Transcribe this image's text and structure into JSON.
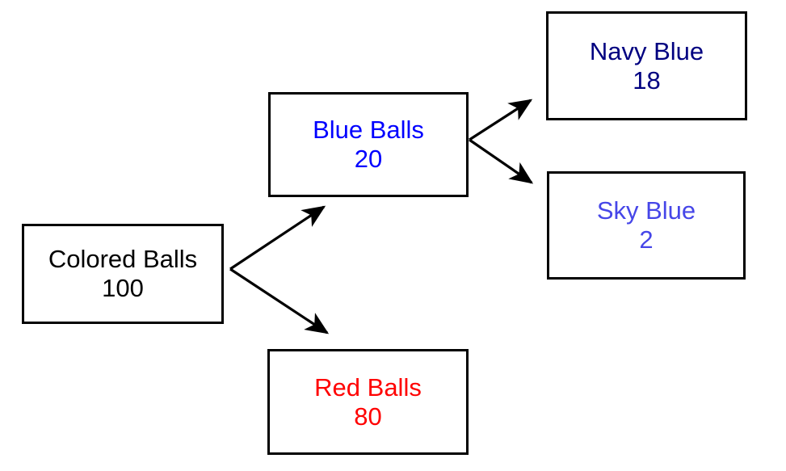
{
  "diagram": {
    "type": "tree-breakdown",
    "background_color": "#ffffff",
    "edge_color": "#000000",
    "nodes": [
      {
        "id": "root",
        "label": "Colored Balls",
        "value": "100",
        "text_color": "#000000",
        "border_color": "#000000"
      },
      {
        "id": "blue",
        "label": "Blue Balls",
        "value": "20",
        "text_color": "#0000ff",
        "border_color": "#000000"
      },
      {
        "id": "red",
        "label": "Red Balls",
        "value": "80",
        "text_color": "#ff0000",
        "border_color": "#000000"
      },
      {
        "id": "navy",
        "label": "Navy Blue",
        "value": "18",
        "text_color": "#000080",
        "border_color": "#000000"
      },
      {
        "id": "sky",
        "label": "Sky Blue",
        "value": "2",
        "text_color": "#4646e8",
        "border_color": "#000000"
      }
    ],
    "edges": [
      {
        "id": "root-to-blue",
        "from": "root",
        "to": "blue"
      },
      {
        "id": "root-to-red",
        "from": "root",
        "to": "red"
      },
      {
        "id": "blue-to-navy",
        "from": "blue",
        "to": "navy"
      },
      {
        "id": "blue-to-sky",
        "from": "blue",
        "to": "sky"
      }
    ]
  }
}
